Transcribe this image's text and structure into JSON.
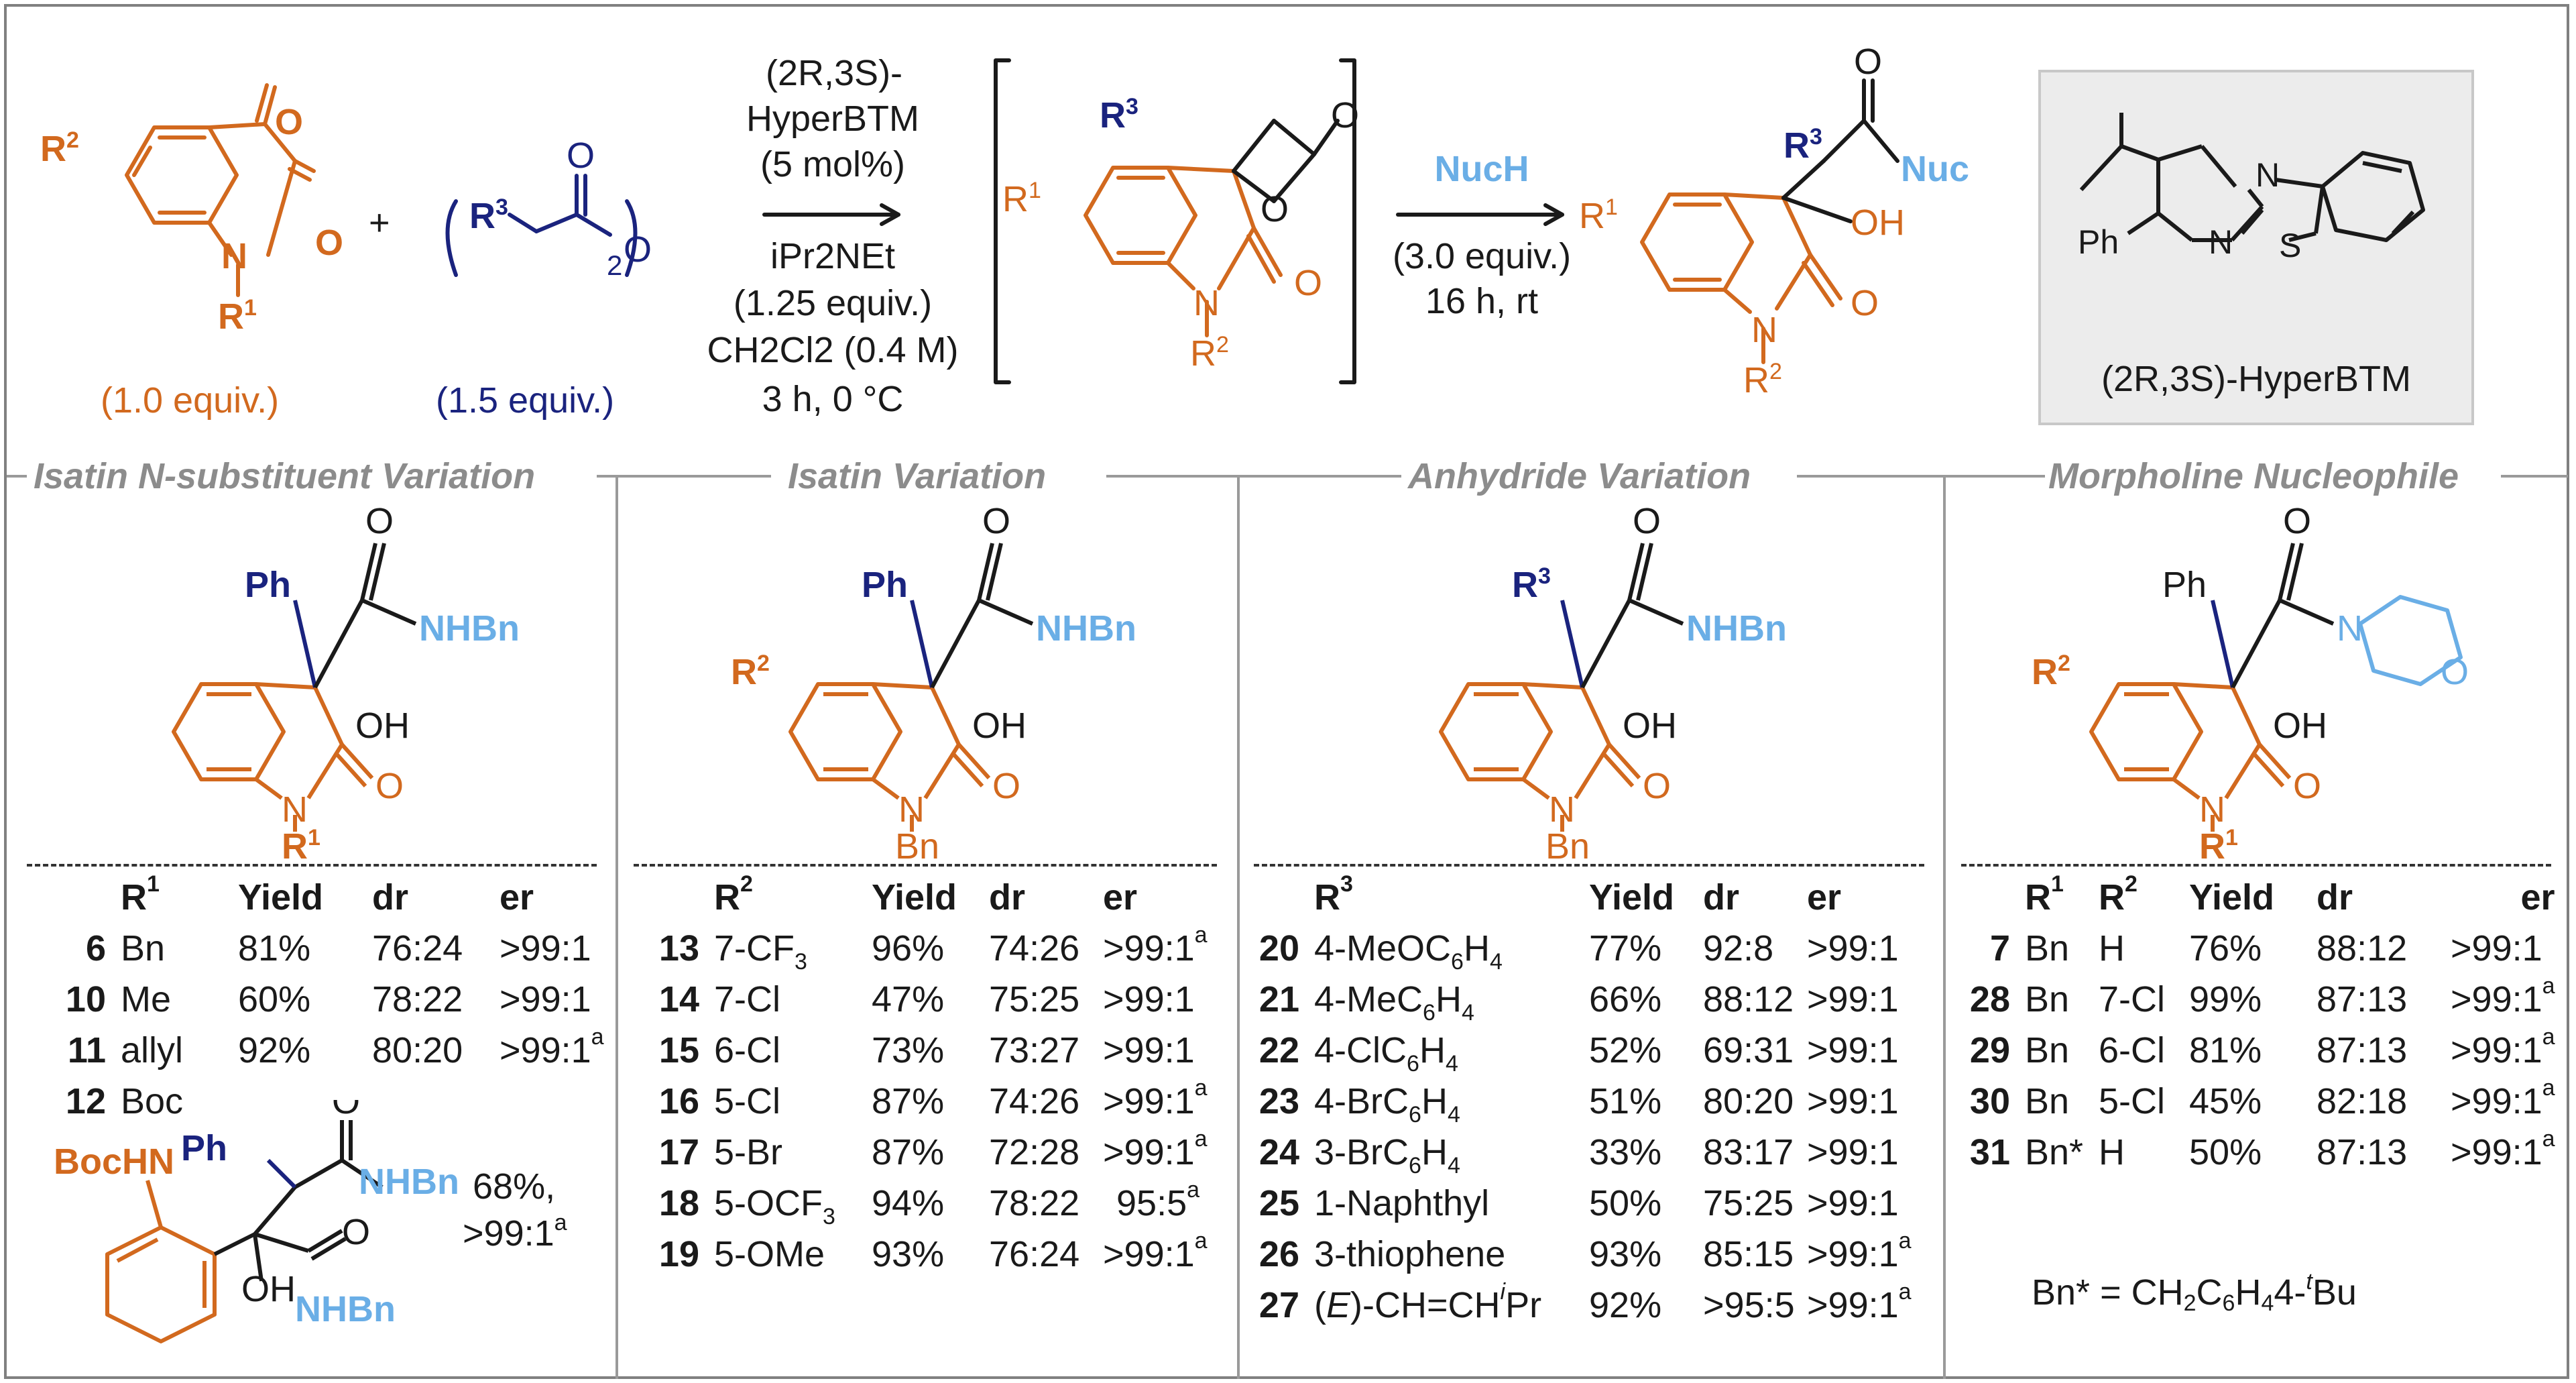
{
  "reaction": {
    "isatin_equiv": "(1.0 equiv.)",
    "anhydride_equiv": "(1.5 equiv.)",
    "plus": "+",
    "catalyst_name_line1": "(2R,3S)-",
    "catalyst_name_line2": "HyperBTM",
    "catalyst_loading": "(5 mol%)",
    "base": "iPr2NEt",
    "base_equiv": "(1.25 equiv.)",
    "solvent": "CH2Cl2 (0.4 M)",
    "conditions": "3 h, 0 °C",
    "nucleophile": "NucH",
    "nuc_equiv": "(3.0 equiv.)",
    "nuc_conditions": "16 h, rt",
    "catalyst_label": "(2R,3S)-HyperBTM"
  },
  "structure_labels": {
    "R1": "R1",
    "R2": "R2",
    "R3": "R3",
    "O": "O",
    "N": "N",
    "S": "S",
    "OH": "OH",
    "Nuc": "Nuc",
    "NHBn": "NHBn",
    "Ph": "Ph",
    "Bn": "Bn",
    "BocHN": "BocHN"
  },
  "sections": {
    "n_substituent": {
      "title": "Isatin N-substituent Variation",
      "headers": [
        "R1",
        "Yield",
        "dr",
        "er"
      ],
      "rows": [
        {
          "id": "6",
          "r": "Bn",
          "yield": "81%",
          "dr": "76:24",
          "er": ">99:1",
          "note": ""
        },
        {
          "id": "10",
          "r": "Me",
          "yield": "60%",
          "dr": "78:22",
          "er": ">99:1",
          "note": ""
        },
        {
          "id": "11",
          "r": "allyl",
          "yield": "92%",
          "dr": "80:20",
          "er": ">99:1",
          "note": "a"
        },
        {
          "id": "12",
          "r": "Boc",
          "yield": "",
          "dr": "",
          "er": "",
          "note": ""
        }
      ],
      "boc_result_line1": "68%,",
      "boc_result_line2": ">99:1",
      "boc_note": "a"
    },
    "isatin": {
      "title": "Isatin Variation",
      "headers": [
        "R2",
        "Yield",
        "dr",
        "er"
      ],
      "rows": [
        {
          "id": "13",
          "r": "7-CF3",
          "yield": "96%",
          "dr": "74:26",
          "er": ">99:1",
          "note": "a"
        },
        {
          "id": "14",
          "r": "7-Cl",
          "yield": "47%",
          "dr": "75:25",
          "er": ">99:1",
          "note": ""
        },
        {
          "id": "15",
          "r": "6-Cl",
          "yield": "73%",
          "dr": "73:27",
          "er": ">99:1",
          "note": ""
        },
        {
          "id": "16",
          "r": "5-Cl",
          "yield": "87%",
          "dr": "74:26",
          "er": ">99:1",
          "note": "a"
        },
        {
          "id": "17",
          "r": "5-Br",
          "yield": "87%",
          "dr": "72:28",
          "er": ">99:1",
          "note": "a"
        },
        {
          "id": "18",
          "r": "5-OCF3",
          "yield": "94%",
          "dr": "78:22",
          "er": "95:5",
          "note": "a"
        },
        {
          "id": "19",
          "r": "5-OMe",
          "yield": "93%",
          "dr": "76:24",
          "er": ">99:1",
          "note": "a"
        }
      ]
    },
    "anhydride": {
      "title": "Anhydride Variation",
      "headers": [
        "R3",
        "Yield",
        "dr",
        "er"
      ],
      "rows": [
        {
          "id": "20",
          "r": "4-MeOC6H4",
          "yield": "77%",
          "dr": "92:8",
          "er": ">99:1",
          "note": ""
        },
        {
          "id": "21",
          "r": "4-MeC6H4",
          "yield": "66%",
          "dr": "88:12",
          "er": ">99:1",
          "note": ""
        },
        {
          "id": "22",
          "r": "4-ClC6H4",
          "yield": "52%",
          "dr": "69:31",
          "er": ">99:1",
          "note": ""
        },
        {
          "id": "23",
          "r": "4-BrC6H4",
          "yield": "51%",
          "dr": "80:20",
          "er": ">99:1",
          "note": ""
        },
        {
          "id": "24",
          "r": "3-BrC6H4",
          "yield": "33%",
          "dr": "83:17",
          "er": ">99:1",
          "note": ""
        },
        {
          "id": "25",
          "r": "1-Naphthyl",
          "yield": "50%",
          "dr": "75:25",
          "er": ">99:1",
          "note": ""
        },
        {
          "id": "26",
          "r": "3-thiophene",
          "yield": "93%",
          "dr": "85:15",
          "er": ">99:1",
          "note": "a"
        },
        {
          "id": "27",
          "r": "(E)-CH=CHiPr",
          "yield": "92%",
          "dr": ">95:5",
          "er": ">99:1",
          "note": "a"
        }
      ]
    },
    "morpholine": {
      "title": "Morpholine Nucleophile",
      "headers": [
        "R1",
        "R2",
        "Yield",
        "dr",
        "er"
      ],
      "rows": [
        {
          "id": "7",
          "r1": "Bn",
          "r2": "H",
          "yield": "76%",
          "dr": "88:12",
          "er": ">99:1",
          "note": ""
        },
        {
          "id": "28",
          "r1": "Bn",
          "r2": "7-Cl",
          "yield": "99%",
          "dr": "87:13",
          "er": ">99:1",
          "note": "a"
        },
        {
          "id": "29",
          "r1": "Bn",
          "r2": "6-Cl",
          "yield": "81%",
          "dr": "87:13",
          "er": ">99:1",
          "note": "a"
        },
        {
          "id": "30",
          "r1": "Bn",
          "r2": "5-Cl",
          "yield": "45%",
          "dr": "82:18",
          "er": ">99:1",
          "note": "a"
        },
        {
          "id": "31",
          "r1": "Bn*",
          "r2": "H",
          "yield": "50%",
          "dr": "87:13",
          "er": ">99:1",
          "note": "a"
        }
      ],
      "footnote": "Bn* = CH2C6H44-tBu"
    }
  },
  "colors": {
    "isatin": "#d2691e",
    "anhydride": "#1a237e",
    "nucleophile": "#6aaee6",
    "rule": "#9a9a9a",
    "section_title": "#8c8c8c"
  }
}
